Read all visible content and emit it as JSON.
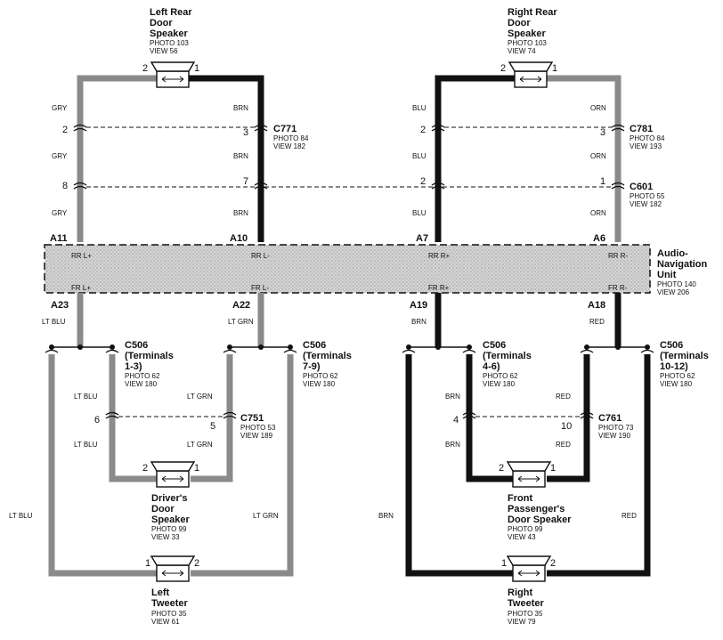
{
  "colors": {
    "gray_wire": "#8a8a8a",
    "black_wire": "#111111",
    "unit_fill": "#cfcfcf"
  },
  "audio_unit": {
    "title1": "Audio-",
    "title2": "Navigation",
    "title3": "Unit",
    "photo": "PHOTO 140",
    "view": "VIEW 206",
    "pins_top": [
      "A11",
      "A10",
      "A7",
      "A6"
    ],
    "pins_bottom": [
      "A23",
      "A22",
      "A19",
      "A18"
    ],
    "inner_top": [
      "RR L+",
      "RR L-",
      "RR R+",
      "RR R-"
    ],
    "inner_bottom": [
      "FR L+",
      "FR L-",
      "FR R+",
      "FR R-"
    ]
  },
  "speakers": {
    "left_rear": {
      "l1": "Left Rear",
      "l2": "Door",
      "l3": "Speaker",
      "photo": "PHOTO 103",
      "view": "VIEW 56",
      "pin_a": "2",
      "pin_b": "1"
    },
    "right_rear": {
      "l1": "Right Rear",
      "l2": "Door",
      "l3": "Speaker",
      "photo": "PHOTO 103",
      "view": "VIEW 74",
      "pin_a": "2",
      "pin_b": "1"
    },
    "driver": {
      "l1": "Driver's",
      "l2": "Door",
      "l3": "Speaker",
      "photo": "PHOTO 99",
      "view": "VIEW 33",
      "pin_a": "2",
      "pin_b": "1"
    },
    "front_pass": {
      "l1": "Front",
      "l2": "Passenger's",
      "l3": "Door Speaker",
      "photo": "PHOTO 99",
      "view": "VIEW 43",
      "pin_a": "2",
      "pin_b": "1"
    },
    "left_tweeter": {
      "l1": "Left",
      "l2": "Tweeter",
      "photo": "PHOTO 35",
      "view": "VIEW 61",
      "pin_a": "1",
      "pin_b": "2"
    },
    "right_tweeter": {
      "l1": "Right",
      "l2": "Tweeter",
      "photo": "PHOTO 35",
      "view": "VIEW 79",
      "pin_a": "1",
      "pin_b": "2"
    }
  },
  "connectors": {
    "c771": {
      "name": "C771",
      "photo": "PHOTO 84",
      "view": "VIEW 182",
      "pin_l": "2",
      "pin_r": "3"
    },
    "c781": {
      "name": "C781",
      "photo": "PHOTO 84",
      "view": "VIEW 193",
      "pin_l": "2",
      "pin_r": "3"
    },
    "c601": {
      "name": "C601",
      "photo": "PHOTO 55",
      "view": "VIEW 182",
      "pins": [
        "8",
        "7",
        "2",
        "1"
      ]
    },
    "c506a": {
      "l1": "C506",
      "l2": "(Terminals",
      "l3": "1-3)",
      "photo": "PHOTO 62",
      "view": "VIEW 180"
    },
    "c506b": {
      "l1": "C506",
      "l2": "(Terminals",
      "l3": "7-9)",
      "photo": "PHOTO 62",
      "view": "VIEW 180"
    },
    "c506c": {
      "l1": "C506",
      "l2": "(Terminals",
      "l3": "4-6)",
      "photo": "PHOTO 62",
      "view": "VIEW 180"
    },
    "c506d": {
      "l1": "C506",
      "l2": "(Terminals",
      "l3": "10-12)",
      "photo": "PHOTO 62",
      "view": "VIEW 180"
    },
    "c751": {
      "name": "C751",
      "photo": "PHOTO 53",
      "view": "VIEW 189",
      "pin_l": "6",
      "pin_r": "5"
    },
    "c761": {
      "name": "C761",
      "photo": "PHOTO 73",
      "view": "VIEW 190",
      "pin_l": "4",
      "pin_r": "10"
    }
  },
  "wire_colors": {
    "gry": "GRY",
    "brn": "BRN",
    "blu": "BLU",
    "orn": "ORN",
    "lt_blu": "LT BLU",
    "lt_grn": "LT GRN",
    "red": "RED"
  }
}
